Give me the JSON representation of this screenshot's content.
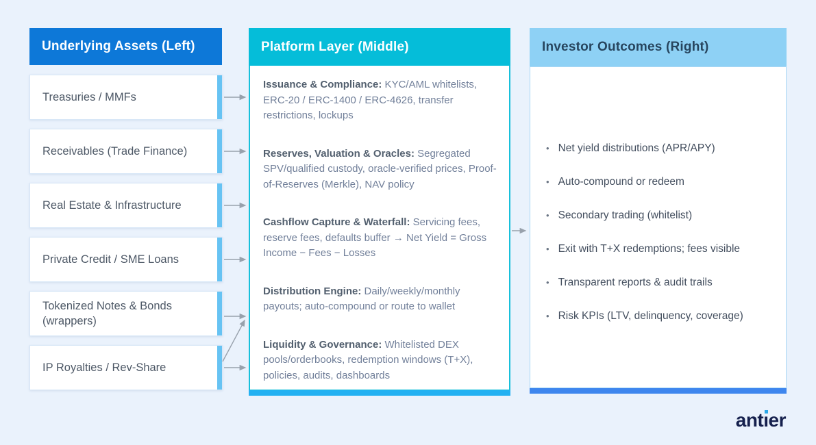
{
  "colors": {
    "background": "#eaf2fc",
    "left_header_bg": "#0d78d8",
    "middle_header_bg": "#05bdd9",
    "right_header_bg": "#8ed1f5",
    "accent_bar": "#67c3f3",
    "middle_bottom_bar": "#23b1f2",
    "right_bottom_bar": "#3e86ee",
    "arrow": "#98a1ac",
    "logo_navy": "#15204d",
    "logo_dot": "#2aa7e8"
  },
  "left": {
    "header": "Underlying Assets (Left)",
    "items": [
      {
        "label": "Treasuries / MMFs"
      },
      {
        "label": "Receivables (Trade Finance)"
      },
      {
        "label": "Real Estate & Infrastructure"
      },
      {
        "label": "Private Credit / SME Loans"
      },
      {
        "label": "Tokenized Notes & Bonds (wrappers)"
      },
      {
        "label": "IP Royalties / Rev-Share"
      }
    ]
  },
  "middle": {
    "header": "Platform Layer (Middle)",
    "sections": [
      {
        "label": "Issuance & Compliance:",
        "text": " KYC/AML whitelists, ERC-20 / ERC-1400 / ERC-4626, transfer restrictions, lockups"
      },
      {
        "label": "Reserves, Valuation & Oracles:",
        "text": " Segregated SPV/qualified custody, oracle-verified prices, Proof-of-Reserves (Merkle), NAV policy"
      },
      {
        "label": "Cashflow Capture & Waterfall:",
        "text": " Servicing fees, reserve fees, defaults buffer → Net Yield = Gross Income − Fees − Losses"
      },
      {
        "label": "Distribution Engine:",
        "text": " Daily/weekly/monthly payouts; auto-compound or route to wallet"
      },
      {
        "label": "Liquidity & Governance:",
        "text": " Whitelisted DEX pools/orderbooks, redemption windows (T+X), policies, audits, dashboards"
      }
    ]
  },
  "right": {
    "header": "Investor Outcomes (Right)",
    "bullet_glyph": "•",
    "bullets": [
      "Net yield distributions (APR/APY)",
      "Auto-compound or redeem",
      "Secondary trading (whitelist)",
      "Exit with T+X redemptions; fees visible",
      "Transparent reports & audit trails",
      "Risk KPIs (LTV, delinquency, coverage)"
    ]
  },
  "logo": {
    "pre": "ant",
    "i": "ı",
    "post": "er"
  }
}
